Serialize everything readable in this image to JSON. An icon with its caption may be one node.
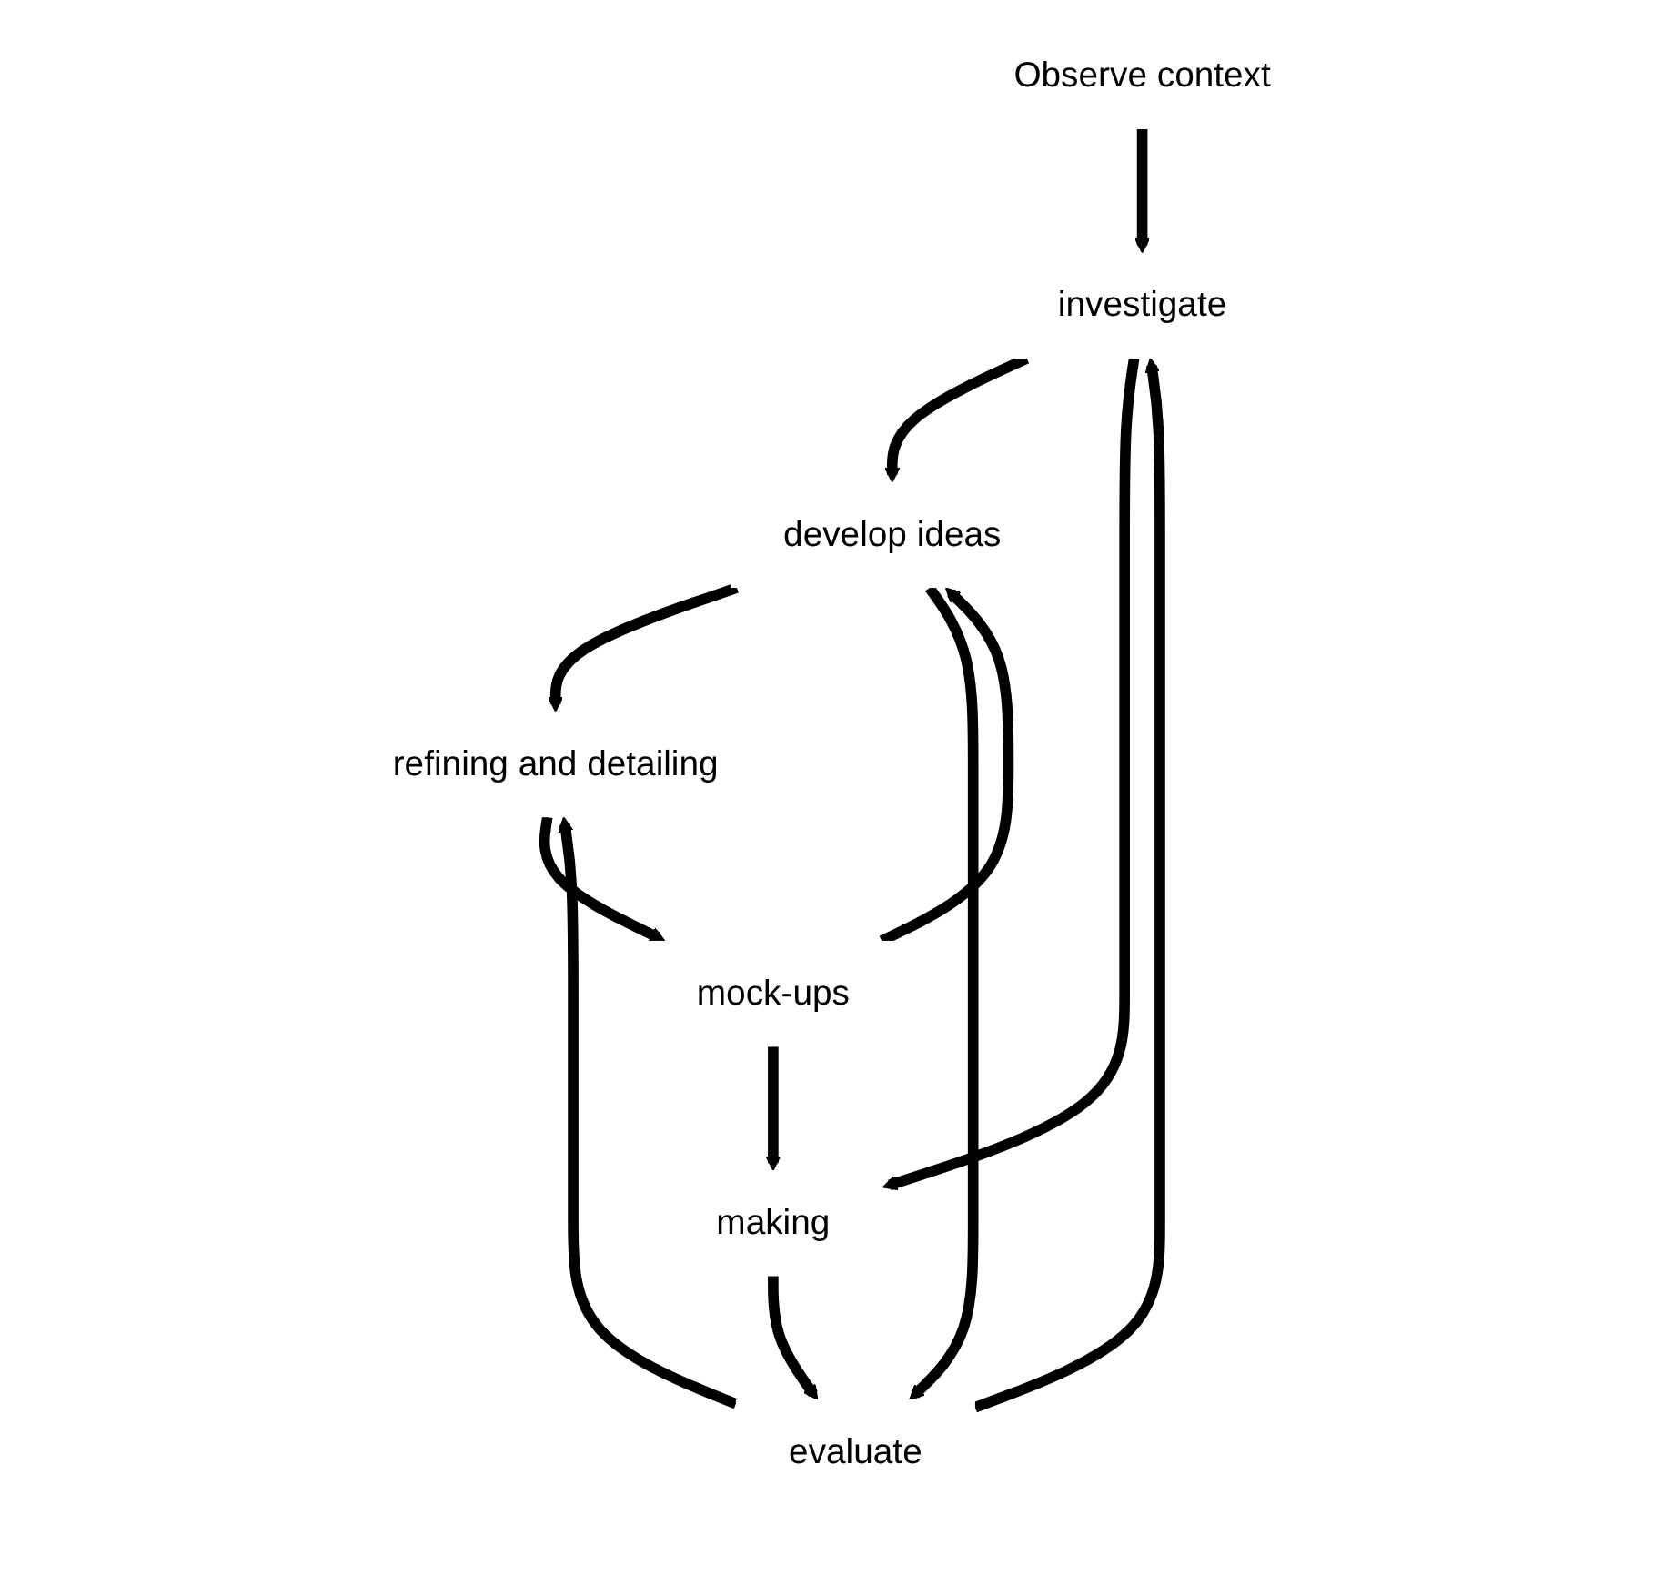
{
  "diagram": {
    "nodes": [
      {
        "text": [
          "Observe context"
        ]
      },
      {
        "text": [
          "evaluate"
        ]
      },
      {
        "text": [
          "making"
        ]
      },
      {
        "text": [
          "investigate"
        ]
      },
      {
        "text": [
          "mock-ups"
        ]
      },
      {
        "text": [
          "develop ideas"
        ]
      },
      {
        "text": [
          "refining and detailing"
        ]
      }
    ],
    "edges": [
      {
        "from": 0,
        "to": 3,
        "arrow": "to"
      },
      {
        "from": 2,
        "to": 1,
        "arrow": "to"
      },
      {
        "from": 1,
        "to": 3,
        "arrow": "to"
      },
      {
        "from": 3,
        "to": 5,
        "arrow": "to"
      },
      {
        "from": 5,
        "to": 6,
        "arrow": "to"
      },
      {
        "from": 6,
        "to": 4,
        "arrow": "to"
      },
      {
        "from": 4,
        "to": 2,
        "arrow": "to"
      },
      {
        "from": 3,
        "to": 2,
        "arrow": "to"
      },
      {
        "from": 5,
        "to": 1,
        "arrow": "to"
      },
      {
        "from": 1,
        "to": 6,
        "arrow": "to"
      },
      {
        "from": 4,
        "to": 5,
        "arrow": "to"
      }
    ]
  }
}
